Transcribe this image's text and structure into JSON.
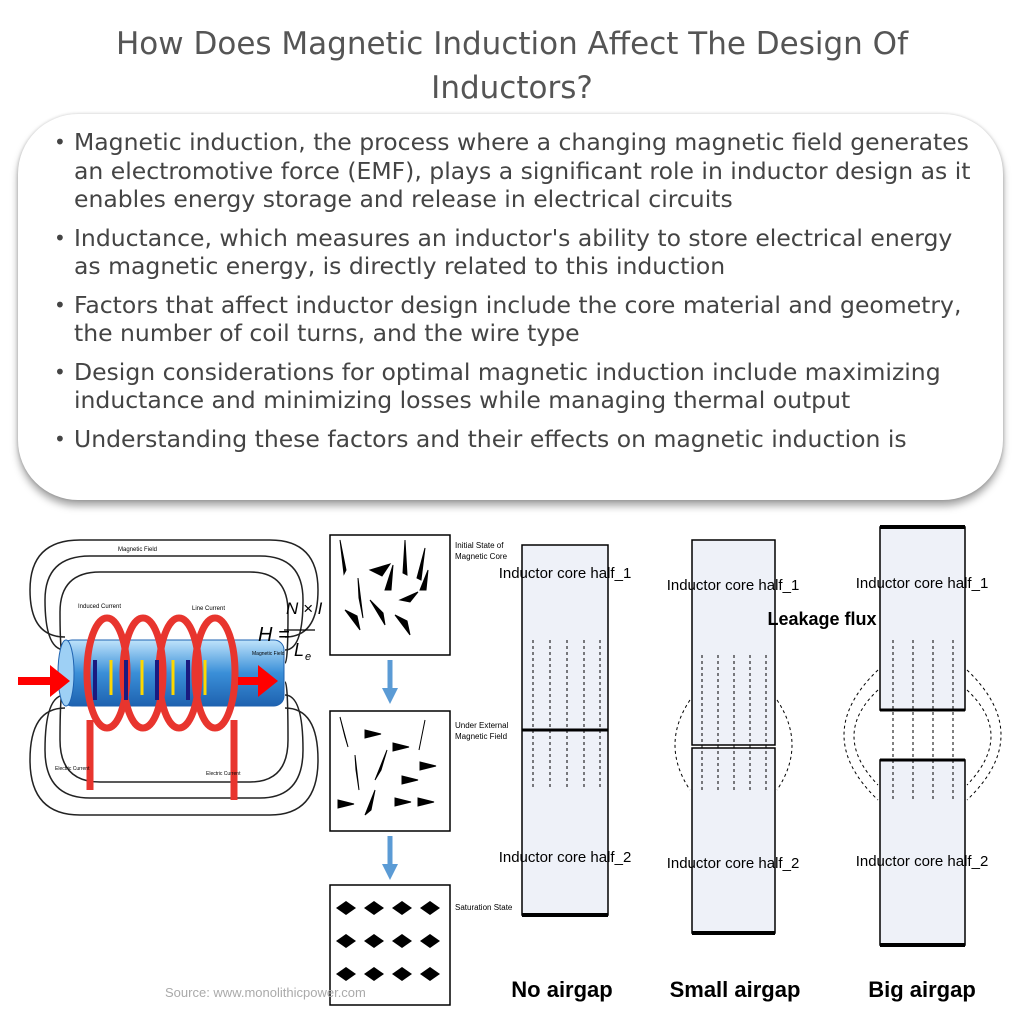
{
  "title": "How Does Magnetic Induction Affect The Design Of Inductors?",
  "bullets": [
    "Magnetic induction, the process where a changing magnetic field generates an electromotive force (EMF), plays a significant role in inductor design as it enables energy storage and release in electrical circuits",
    "Inductance, which measures an inductor's ability to store electrical energy as magnetic energy, is directly related to this induction",
    "Factors that affect inductor design include the core material and geometry, the number of coil turns, and the wire type",
    "Design considerations for optimal magnetic induction include maximizing inductance and minimizing losses while managing thermal output",
    "Understanding these factors and their effects on magnetic induction is"
  ],
  "solenoid": {
    "magnetic_field": "Magnetic Field",
    "induced_current": "Induced Current",
    "line_current": "Line Current",
    "magnetic_field_side": "Magnetic Field",
    "electric_current_left": "Electric Current",
    "electric_current_right": "Electric Current",
    "formula_lhs": "H =",
    "formula_num": "N × I",
    "formula_den": "L",
    "formula_den_sub": "e"
  },
  "domains": {
    "initial": "Initial State of Magnetic Core",
    "external": "Under External Magnetic Field",
    "saturation": "Saturation State"
  },
  "airgap": {
    "core_half_1": "Inductor core half_1",
    "core_half_2": "Inductor core half_2",
    "leakage_flux": "Leakage flux",
    "no_airgap": "No airgap",
    "small_airgap": "Small airgap",
    "big_airgap": "Big airgap"
  },
  "source": "Source: www.monolithicpower.com",
  "colors": {
    "coil": "#e8352e",
    "core": "#3a8fd8",
    "arrow": "#5b9bd5",
    "core_block": "#eef1f8"
  }
}
